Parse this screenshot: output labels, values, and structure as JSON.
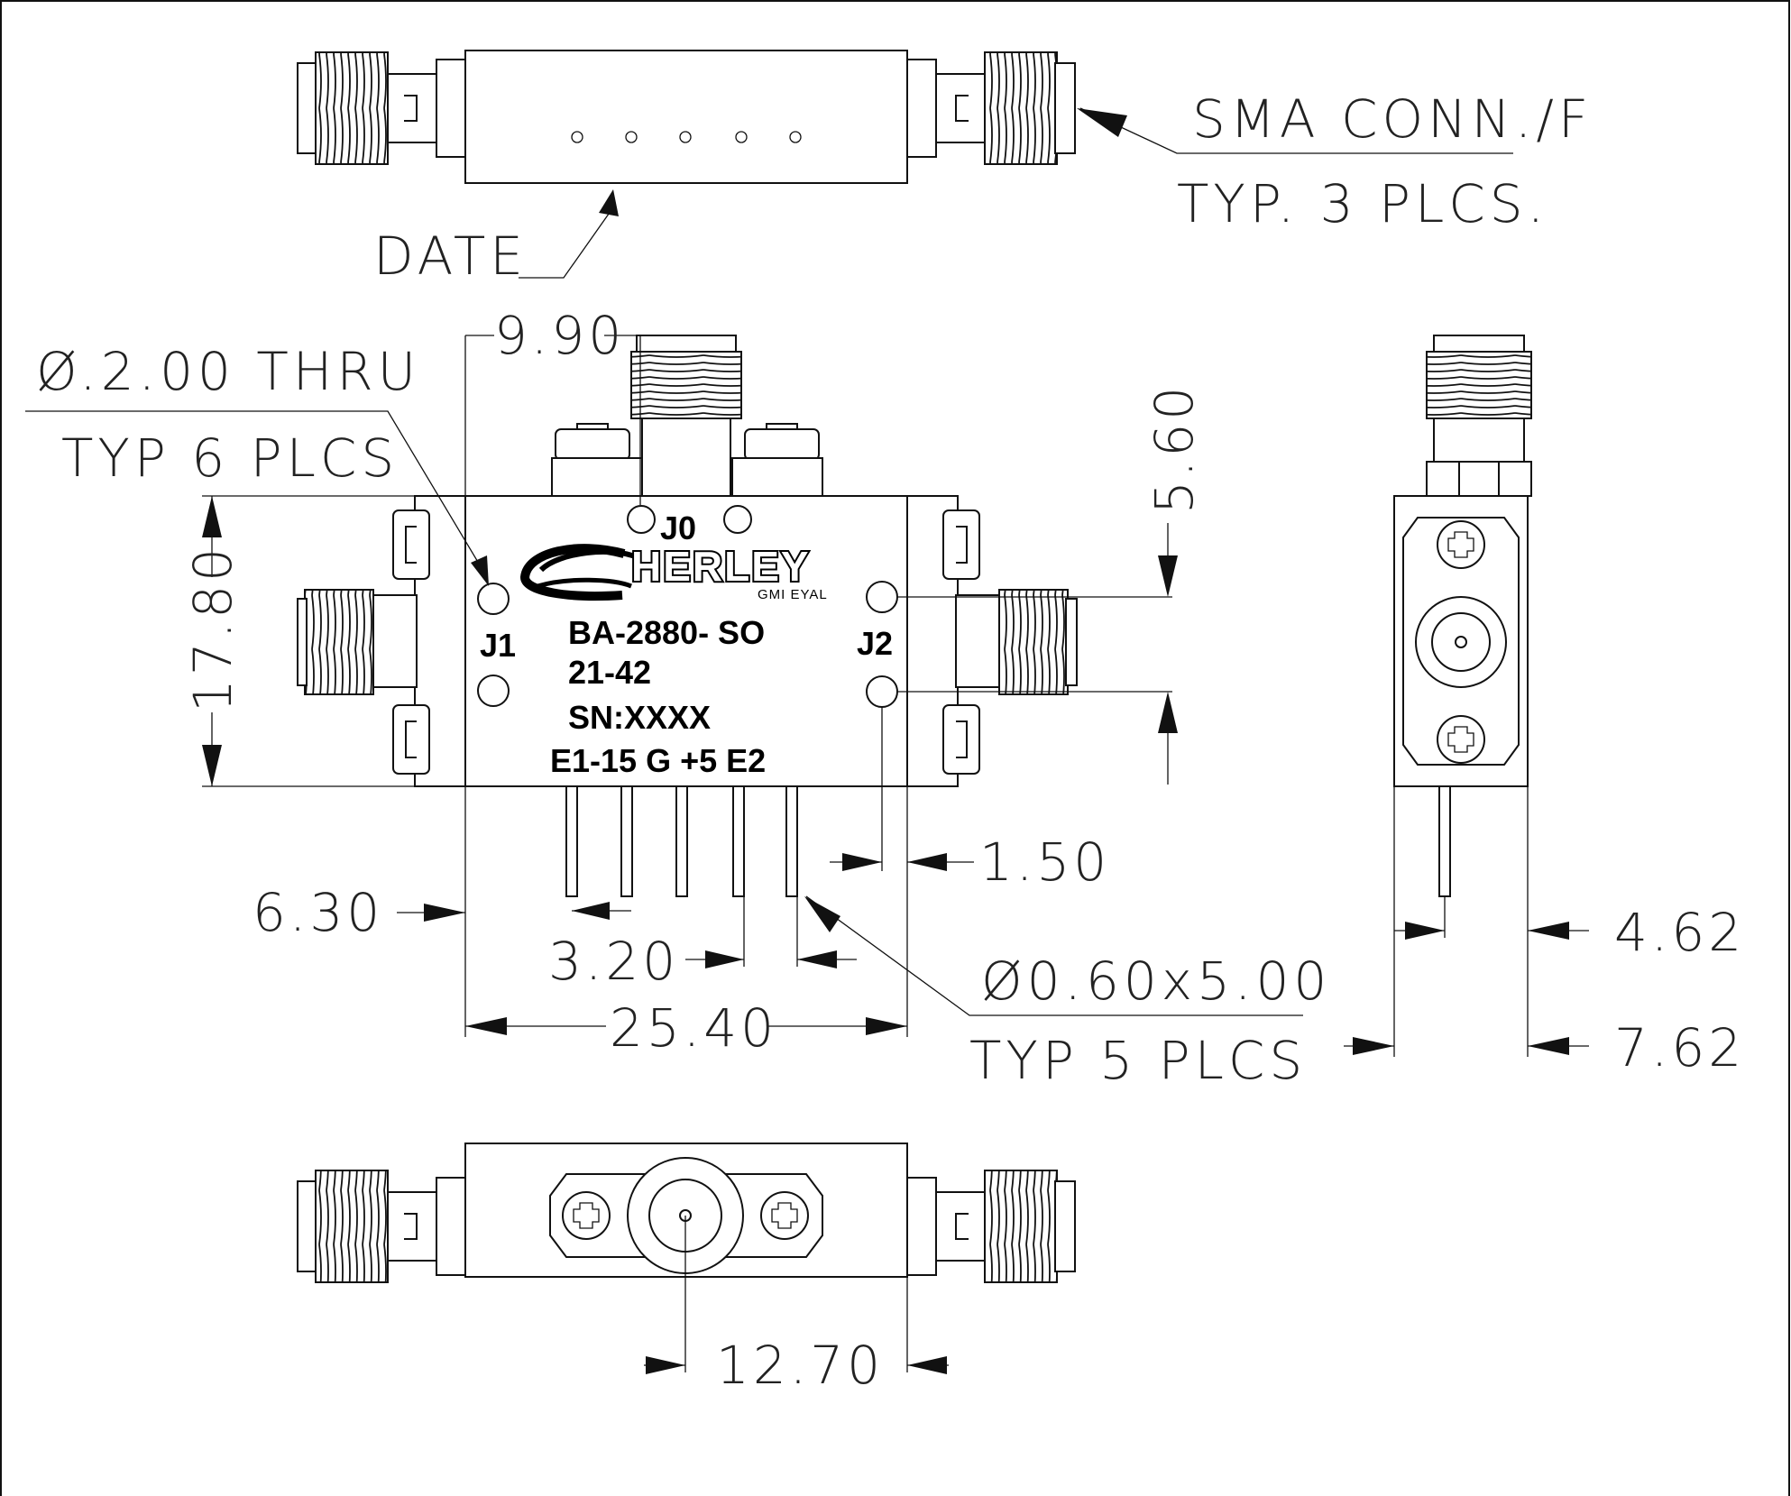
{
  "notes": {
    "sma_line1": "SMA CONN./F",
    "sma_line2": "TYP. 3 PLCS.",
    "date": "DATE",
    "hole_line1": "Ø.2.00 THRU",
    "hole_line2": "TYP 6 PLCS",
    "pin_line1": "Ø0.60x5.00",
    "pin_line2": "TYP 5 PLCS"
  },
  "dimensions": {
    "d990": "9.90",
    "d1780": "17.80",
    "d560": "5.60",
    "d150": "1.50",
    "d630": "6.30",
    "d320": "3.20",
    "d2540": "25.40",
    "d462": "4.62",
    "d762": "7.62",
    "d1270": "12.70"
  },
  "module": {
    "brand": "HERLEY",
    "brand_sub": "GMI EYAL",
    "model": "BA-2880- SO",
    "band": "21-42",
    "serial": "SN:XXXX",
    "pins": "E1-15 G +5 E2",
    "port_j0": "J0",
    "port_j1": "J1",
    "port_j2": "J2"
  },
  "icons": [
    "sma-connector-icon",
    "screw-head-icon",
    "mounting-hole-icon",
    "arrowhead-icon"
  ],
  "colors": {
    "line": "#111111",
    "background": "#ffffff"
  }
}
